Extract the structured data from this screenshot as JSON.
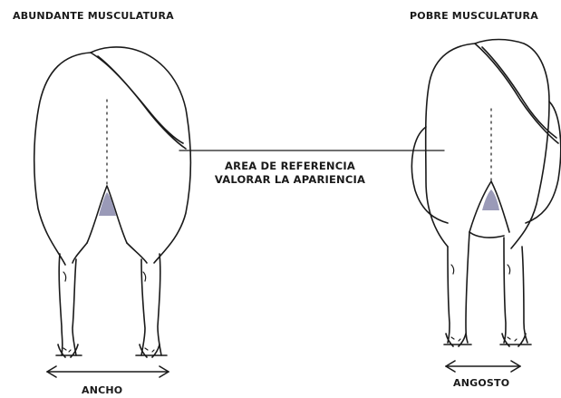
{
  "labels": {
    "left_title": "ABUNDANTE MUSCULATURA",
    "right_title": "POBRE MUSCULATURA",
    "reference_line1": "AREA DE REFERENCIA",
    "reference_line2": "VALORAR LA APARIENCIA",
    "left_width": "ANCHO",
    "right_width": "ANGOSTO"
  },
  "colors": {
    "ink": "#1a1a1a",
    "shade": "#9a9ab8",
    "background": "#ffffff"
  }
}
